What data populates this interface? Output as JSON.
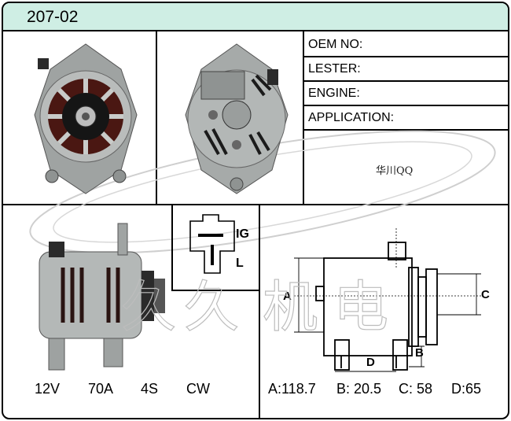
{
  "header": {
    "part_number": "207-02"
  },
  "info_fields": [
    {
      "label": "OEM NO:"
    },
    {
      "label": "LESTER:"
    },
    {
      "label": "ENGINE:"
    },
    {
      "label": "APPLICATION:"
    }
  ],
  "watermark": {
    "qq": "华川QQ",
    "chars": [
      "久",
      "久",
      "机",
      "电"
    ]
  },
  "connector": {
    "terminal_ig": "IG",
    "terminal_l": "L"
  },
  "specs": {
    "voltage": "12V",
    "amperage": "70A",
    "pulley": "4S",
    "rotation": "CW"
  },
  "dimension_letters": {
    "a": "A",
    "b": "B",
    "c": "C",
    "d": "D"
  },
  "dimensions": {
    "a": "A:118.7",
    "b": "B: 20.5",
    "c": "C: 58",
    "d": "D:65"
  },
  "colors": {
    "header_bg": "#cfeee4",
    "border": "#000000"
  }
}
